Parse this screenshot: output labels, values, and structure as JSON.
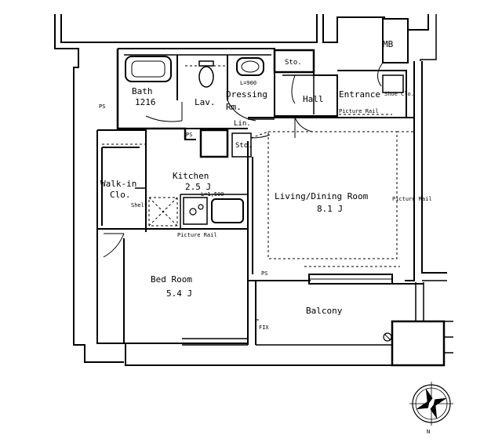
{
  "rooms": {
    "mb": "MB",
    "sto_top": "Sto.",
    "bath": "Bath",
    "bath_size": "1216",
    "lav": "Lav.",
    "dressing": "Dressing",
    "dressing_rm": "Rm.",
    "dressing_dim": "L=900",
    "hall": "Hall",
    "entrance": "Entrance",
    "shoe": "Shoe Clo.",
    "lin": "Lin.",
    "ps_left": "PS",
    "ps_mid": "PS",
    "ps_bed": "PS",
    "sto_mid": "Sto.",
    "walkin_1": "Walk-in",
    "walkin_2": "Clo.",
    "shelf": "Shelf",
    "kitchen": "Kitchen",
    "kitchen_size": "2.5 J",
    "kitchen_dim": "L=1,500",
    "living": "Living/Dining Room",
    "living_size": "8.1 J",
    "bedroom": "Bed Room",
    "bedroom_size": "5.4 J",
    "balcony": "Balcony",
    "fix": "FIX"
  },
  "rails": {
    "entrance": "Picture Rail",
    "living": "Picture Rail",
    "kitchen": "Picture Rail"
  },
  "compass": {
    "north": "N"
  }
}
